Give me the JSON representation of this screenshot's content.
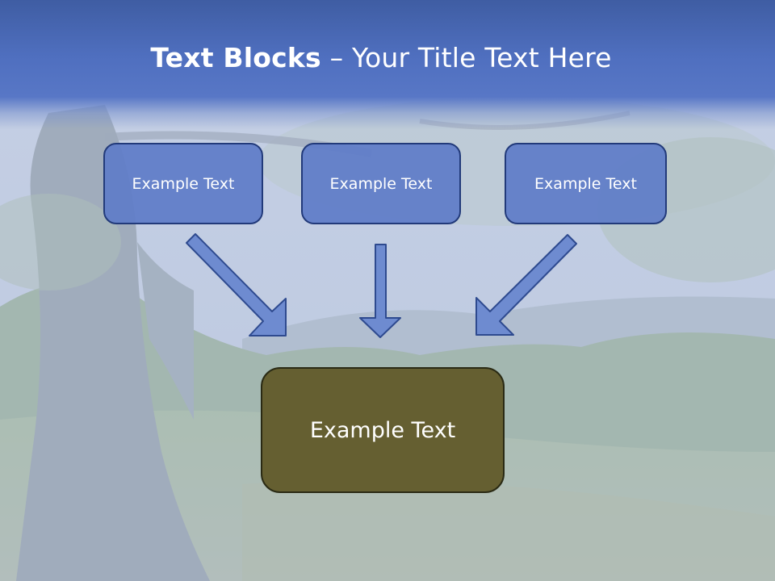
{
  "slide": {
    "title_bold": "Text Blocks",
    "title_dash": " – ",
    "title_rest": "Your Title Text Here",
    "top_boxes": [
      {
        "label": "Example Text"
      },
      {
        "label": "Example Text"
      },
      {
        "label": "Example Text"
      }
    ],
    "bottom_box": {
      "label": "Example Text"
    }
  },
  "colors": {
    "title_band": "#4f6fbf",
    "top_box_fill": "#5e7cc8",
    "top_box_border": "#223a7a",
    "bottom_box_fill": "#655f31",
    "arrow_fill": "#6e8bd0",
    "arrow_stroke": "#2e4a8f"
  }
}
